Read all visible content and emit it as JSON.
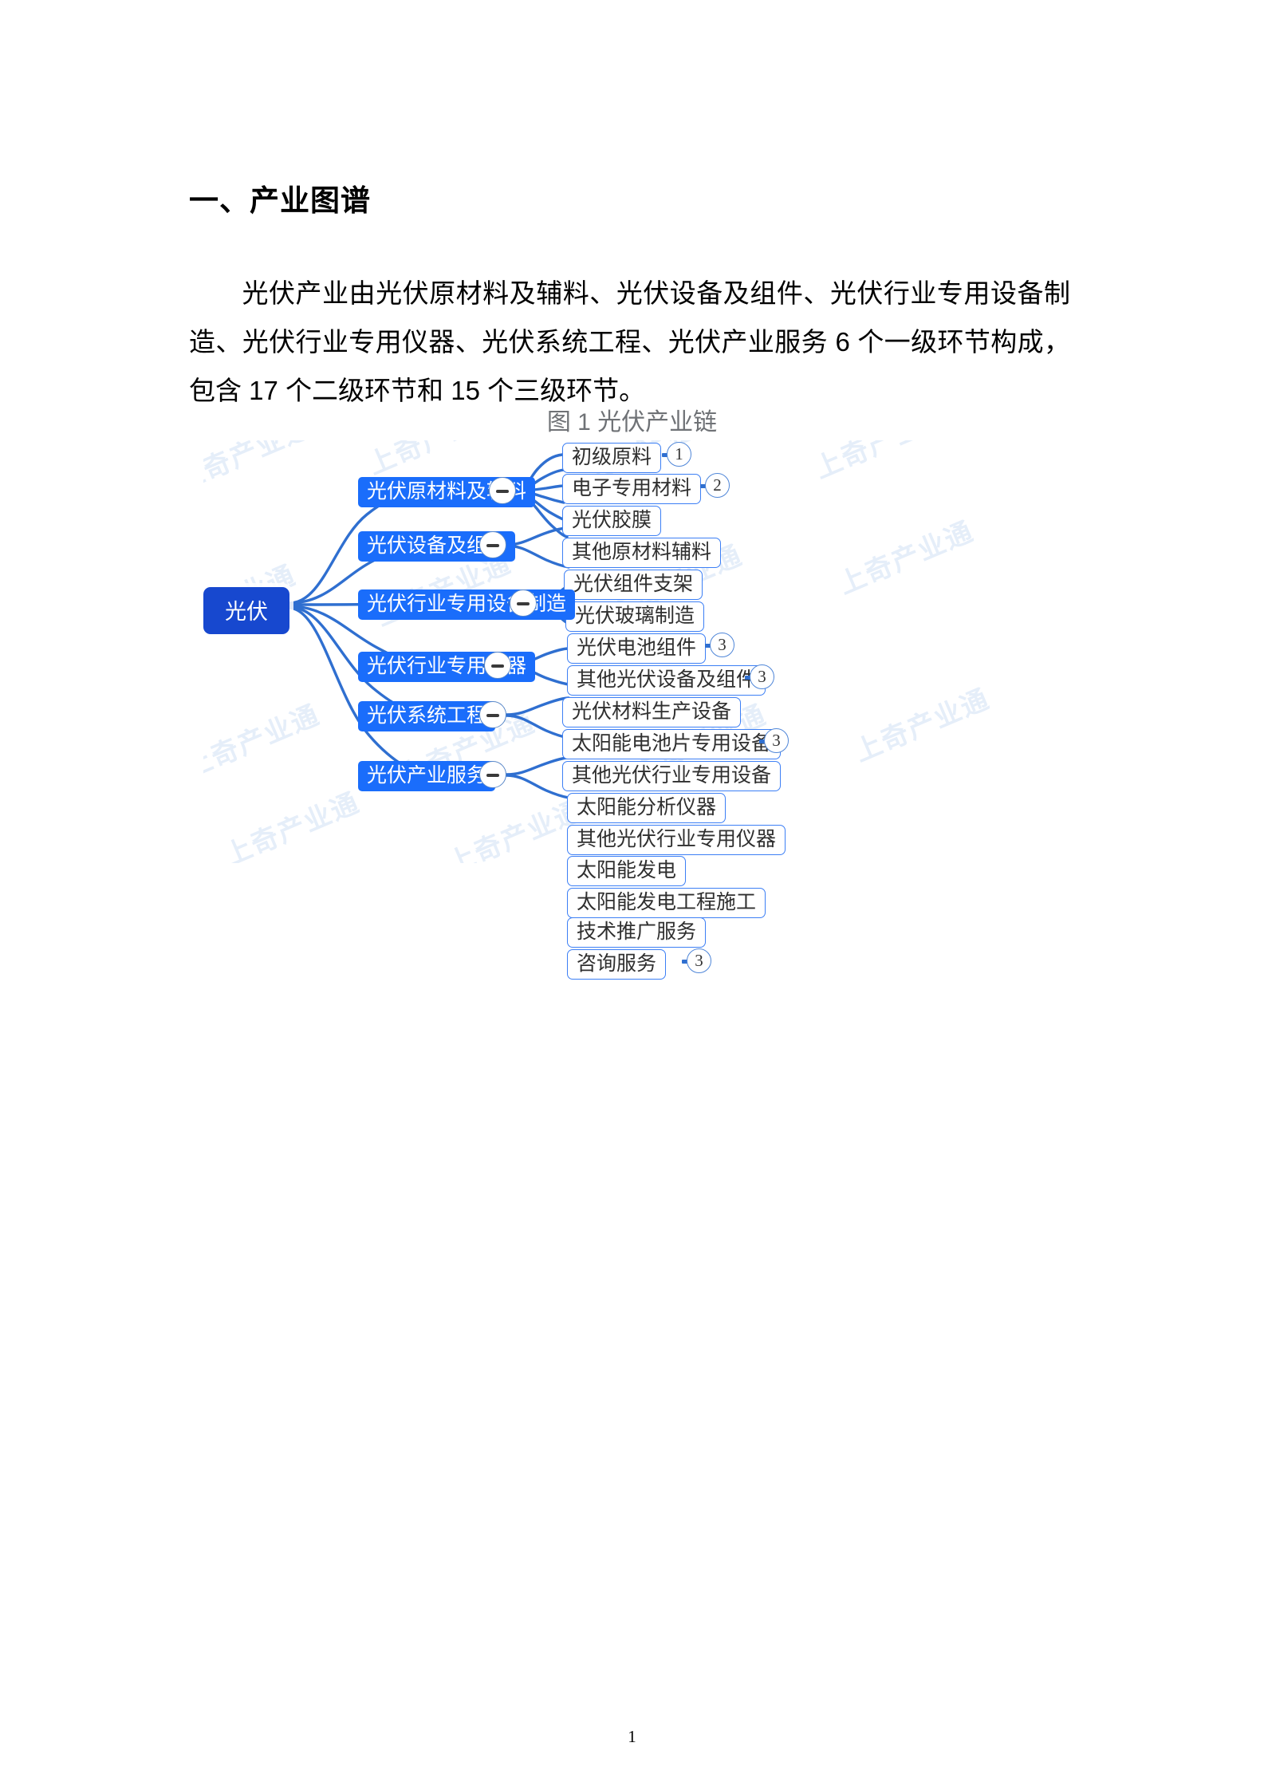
{
  "document": {
    "heading": "一、产业图谱",
    "paragraph": "光伏产业由光伏原材料及辅料、光伏设备及组件、光伏行业专用设备制造、光伏行业专用仪器、光伏系统工程、光伏产业服务 6 个一级环节构成，包含 17 个二级环节和 15 个三级环节。",
    "figure_caption": "图 1 光伏产业链",
    "page_number": "1",
    "watermark": "上奇产业通"
  },
  "colors": {
    "root_node": "#1748cf",
    "level1_node": "#1a6dfb",
    "level2_border": "#3c7ff5",
    "connector": "#2f6fd0",
    "caption_text": "#6f7276",
    "watermark": "#3f7fd6"
  },
  "mindmap": {
    "root": {
      "label": "光伏"
    },
    "toggle_glyph": "−",
    "branches": [
      {
        "label": "光伏原材料及辅料",
        "collapsed": false,
        "children": [
          {
            "label": "初级原料",
            "badge": "1"
          },
          {
            "label": "电子专用材料",
            "badge": "2"
          },
          {
            "label": "光伏胶膜",
            "badge": ""
          },
          {
            "label": "其他原材料辅料",
            "badge": ""
          },
          {
            "label": "光伏组件支架",
            "badge": ""
          },
          {
            "label": "光伏玻璃制造",
            "badge": ""
          }
        ]
      },
      {
        "label": "光伏设备及组件",
        "collapsed": false,
        "children": [
          {
            "label": "光伏电池组件",
            "badge": "3"
          },
          {
            "label": "其他光伏设备及组件",
            "badge": "3"
          }
        ]
      },
      {
        "label": "光伏行业专用设备制造",
        "collapsed": false,
        "children": [
          {
            "label": "光伏材料生产设备",
            "badge": ""
          },
          {
            "label": "太阳能电池片专用设备",
            "badge": "3"
          },
          {
            "label": "其他光伏行业专用设备",
            "badge": ""
          }
        ]
      },
      {
        "label": "光伏行业专用仪器",
        "collapsed": false,
        "children": [
          {
            "label": "太阳能分析仪器",
            "badge": ""
          },
          {
            "label": "其他光伏行业专用仪器",
            "badge": ""
          }
        ]
      },
      {
        "label": "光伏系统工程",
        "collapsed": false,
        "children": [
          {
            "label": "太阳能发电",
            "badge": ""
          },
          {
            "label": "太阳能发电工程施工",
            "badge": ""
          }
        ]
      },
      {
        "label": "光伏产业服务",
        "collapsed": false,
        "children": [
          {
            "label": "技术推广服务",
            "badge": ""
          },
          {
            "label": "咨询服务",
            "badge": "3"
          }
        ]
      }
    ]
  },
  "chart_data": {
    "type": "table",
    "title": "图 1 光伏产业链",
    "counts": {
      "level1": 6,
      "level2": 17,
      "level3": 15
    }
  }
}
